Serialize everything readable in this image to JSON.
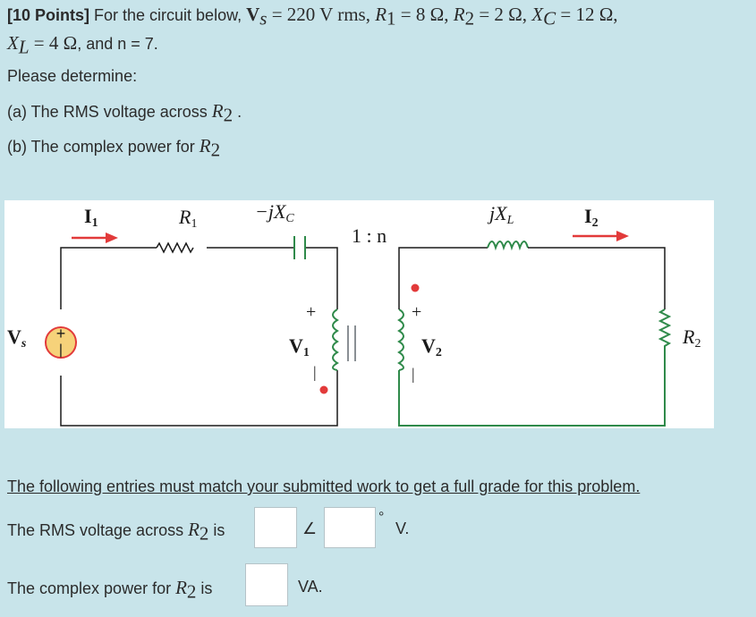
{
  "problem": {
    "points": "[10 Points]",
    "intro": " For the circuit below, ",
    "vs": "V",
    "vs_sub": "s",
    "vs_val": " = 220 V rms, ",
    "r1": "R",
    "r1_sub": "1",
    "r1_val": " = 8 Ω, ",
    "r2": "R",
    "r2_sub": "2",
    "r2_val": " = 2 Ω, ",
    "xc": "X",
    "xc_sub": "C",
    "xc_val": " = 12 Ω,",
    "xl": "X",
    "xl_sub": "L",
    "xl_val": " = 4 Ω",
    "n_text": ", and n = 7.",
    "determine": "Please determine:",
    "part_a": "(a) The RMS voltage across ",
    "part_a_end": " .",
    "part_b": "(b) The complex power for "
  },
  "circuit": {
    "I1": "I",
    "I1_sub": "1",
    "R1": "R",
    "R1_sub": "1",
    "XC": "−jX",
    "XC_sub": "C",
    "ratio": "1 : n",
    "XL": "jX",
    "XL_sub": "L",
    "I2": "I",
    "I2_sub": "2",
    "Vs": "V",
    "Vs_sub": "s",
    "V1": "V",
    "V1_sub": "1",
    "V2": "V",
    "V2_sub": "2",
    "R2": "R",
    "R2_sub": "2",
    "plus": "+",
    "minus": "−"
  },
  "answers": {
    "notice": "The following entries must match your submitted work to get a full grade for this problem.",
    "rms_label": "The RMS voltage across ",
    "is": " is",
    "angle_symbol": "∠",
    "degree": "°",
    "volt_unit": "V.",
    "power_label": "The complex power for ",
    "va_unit": "VA."
  }
}
